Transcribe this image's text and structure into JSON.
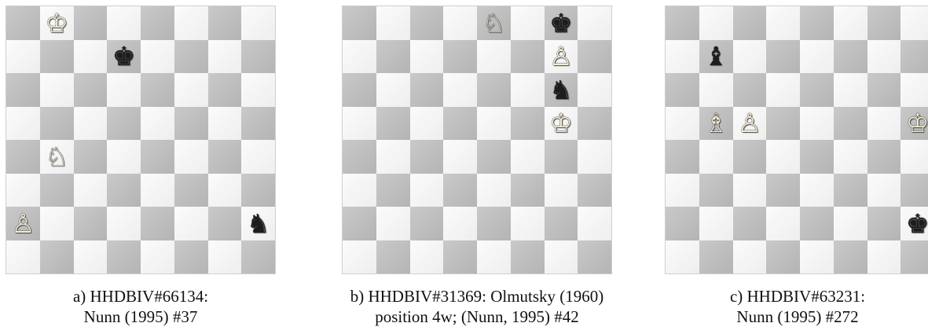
{
  "panels": [
    {
      "caption_prefix": "a) HH",
      "caption_sc": "DB",
      "caption_rest": "IV#66134:",
      "caption_line2": "Nunn (1995) #37",
      "pieces": [
        {
          "square": "b8",
          "color": "white",
          "type": "king"
        },
        {
          "square": "d7",
          "color": "black",
          "type": "king"
        },
        {
          "square": "b4",
          "color": "white",
          "type": "knight"
        },
        {
          "square": "a2",
          "color": "white",
          "type": "pawn"
        },
        {
          "square": "h2",
          "color": "black",
          "type": "knight"
        }
      ]
    },
    {
      "caption_prefix": "b) HH",
      "caption_sc": "DB",
      "caption_rest": "IV#31369: Olmutsky (1960)",
      "caption_line2": "position 4w; (Nunn, 1995) #42",
      "pieces": [
        {
          "square": "e8",
          "color": "white",
          "type": "knight"
        },
        {
          "square": "g8",
          "color": "black",
          "type": "king"
        },
        {
          "square": "g7",
          "color": "white",
          "type": "pawn"
        },
        {
          "square": "g6",
          "color": "black",
          "type": "knight"
        },
        {
          "square": "g5",
          "color": "white",
          "type": "king"
        }
      ]
    },
    {
      "caption_prefix": "c) HH",
      "caption_sc": "DB",
      "caption_rest": "IV#63231:",
      "caption_line2": "Nunn (1995) #272",
      "pieces": [
        {
          "square": "b7",
          "color": "black",
          "type": "bishop"
        },
        {
          "square": "b5",
          "color": "white",
          "type": "bishop"
        },
        {
          "square": "c5",
          "color": "white",
          "type": "pawn"
        },
        {
          "square": "h5",
          "color": "white",
          "type": "king"
        },
        {
          "square": "h2",
          "color": "black",
          "type": "king"
        }
      ]
    }
  ],
  "colors": {
    "light_square": "#f4f4f4",
    "dark_square": "#bdbdbd",
    "white_piece": "#f3ecd6",
    "black_piece": "#1d1d1d",
    "caption_text": "#111111"
  }
}
